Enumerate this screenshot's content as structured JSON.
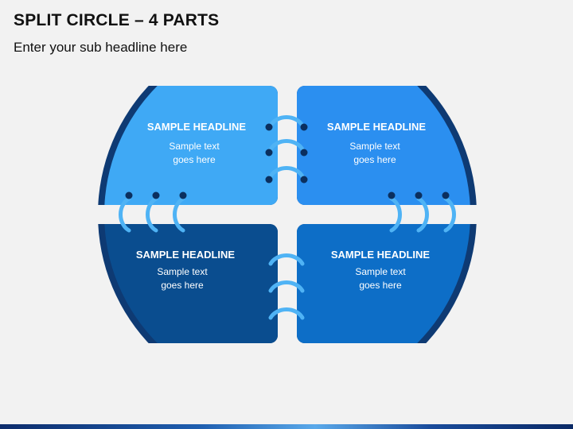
{
  "slide": {
    "title": "SPLIT CIRCLE – 4 PARTS",
    "subtitle": "Enter your sub headline here"
  },
  "colors": {
    "background": "#f2f2f2",
    "ring": "#0e3a73",
    "top_left": "#3fa9f5",
    "top_right": "#2b8ff0",
    "bottom_left": "#0a4d8f",
    "bottom_right": "#0d6ec7",
    "binder_ring": "#4fb3f5",
    "binder_hole": "#0b2f5e"
  },
  "quadrants": [
    {
      "id": "top-left",
      "headline": "SAMPLE HEADLINE",
      "text_line1": "Sample text",
      "text_line2": "goes here"
    },
    {
      "id": "top-right",
      "headline": "SAMPLE HEADLINE",
      "text_line1": "Sample text",
      "text_line2": "goes here"
    },
    {
      "id": "bottom-left",
      "headline": "SAMPLE HEADLINE",
      "text_line1": "Sample text",
      "text_line2": "goes here"
    },
    {
      "id": "bottom-right",
      "headline": "SAMPLE HEADLINE",
      "text_line1": "Sample text",
      "text_line2": "goes here"
    }
  ]
}
